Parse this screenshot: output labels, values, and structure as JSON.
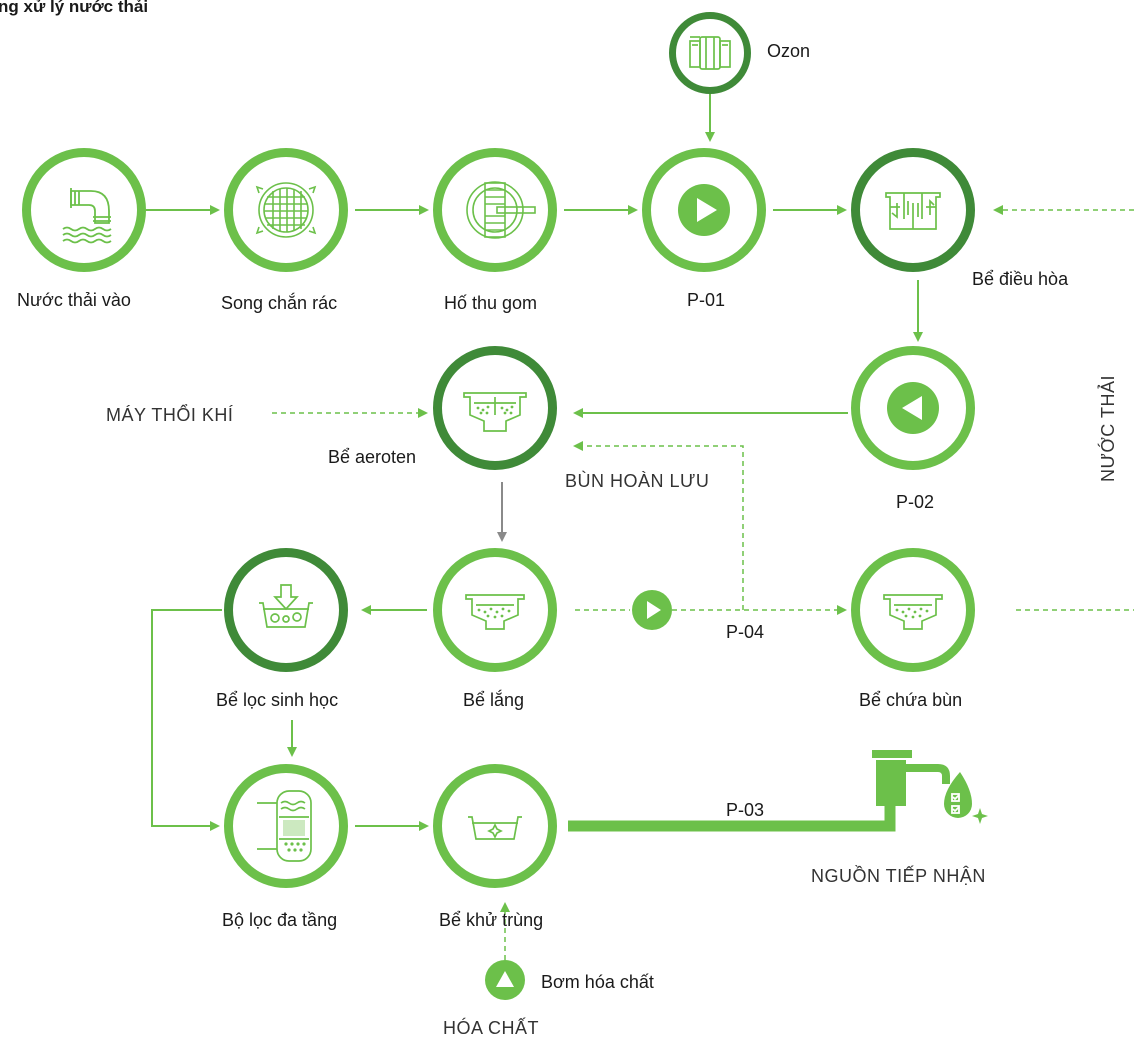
{
  "title": "ng xử lý nước thải",
  "colors": {
    "green": "#6cc04a",
    "dark_green": "#3f8a38",
    "grey_arrow": "#8a8a8a"
  },
  "nodes": {
    "inlet": {
      "label": "Nước thải vào",
      "icon": "pipe-outlet-icon"
    },
    "screen": {
      "label": "Song chắn rác",
      "icon": "grid-screen-icon"
    },
    "pit": {
      "label": "Hố thu gom",
      "icon": "collection-pit-icon"
    },
    "p01": {
      "label": "P-01",
      "icon": "pump-play-icon"
    },
    "equalization": {
      "label": "Bể điều hòa",
      "icon": "baffle-tank-icon"
    },
    "ozone": {
      "label": "Ozon",
      "icon": "ozone-generator-icon"
    },
    "p02": {
      "label": "P-02",
      "icon": "pump-play-icon"
    },
    "aerotank": {
      "label": "Bể aeroten",
      "icon": "aeration-tank-icon"
    },
    "settling": {
      "label": "Bể lắng",
      "icon": "settling-tank-icon"
    },
    "biofilter": {
      "label": "Bể lọc sinh học",
      "icon": "biofilter-icon"
    },
    "multimedia": {
      "label": "Bộ lọc đa tầng",
      "icon": "multimedia-filter-icon"
    },
    "disinfection": {
      "label": "Bể khử trùng",
      "icon": "disinfection-tank-icon"
    },
    "sludge": {
      "label": "Bể chứa bùn",
      "icon": "sludge-tank-icon"
    },
    "p04": {
      "label": "P-04",
      "icon": "pump-play-icon"
    },
    "p03": {
      "label": "P-03"
    },
    "chem_pump": {
      "label": "Bơm hóa chất",
      "icon": "pump-up-icon"
    }
  },
  "side_labels": {
    "blower": "MÁY THỔI KHÍ",
    "return_sludge": "BÙN HOÀN LƯU",
    "wastewater": "NƯỚC THẢI",
    "receiving": "NGUỒN TIẾP NHẬN",
    "chemical": "HÓA CHẤT"
  },
  "outlet_icon": "faucet-droplet-icon"
}
